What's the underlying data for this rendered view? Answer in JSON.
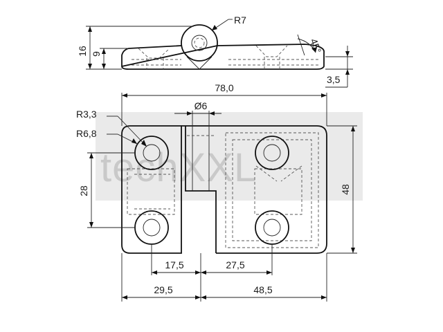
{
  "drawing": {
    "watermark": "techXXL",
    "side_view": {
      "height_total": "16",
      "height_plate": "9",
      "knuckle_radius": "R7",
      "chamfer_angle": "45°",
      "offset": "3,5"
    },
    "top_view": {
      "overall_length": "78,0",
      "pin_diameter": "Ø6",
      "hole_radius": "R3,3",
      "counterbore_radius": "R6,8",
      "hole_pitch_vertical": "28",
      "overall_width": "48",
      "left_hole_to_pin": "17,5",
      "pin_to_right_hole": "27,5",
      "left_leaf_length": "29,5",
      "right_leaf_length": "48,5"
    },
    "colors": {
      "outline": "#111111",
      "watermark": "#d9d9d9"
    }
  }
}
